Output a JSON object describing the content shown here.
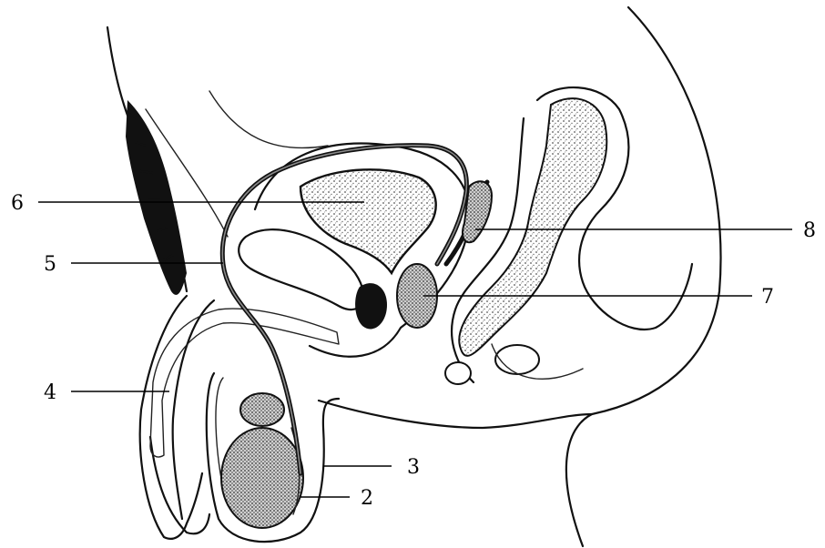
{
  "labels": [
    {
      "id": "label-6",
      "text": "6"
    },
    {
      "id": "label-5",
      "text": "5"
    },
    {
      "id": "label-4",
      "text": "4"
    },
    {
      "id": "label-3",
      "text": "3"
    },
    {
      "id": "label-2",
      "text": "2"
    },
    {
      "id": "label-8",
      "text": "8"
    },
    {
      "id": "label-7",
      "text": "7"
    }
  ],
  "colors": {
    "ink": "#111111",
    "stipple": "#555555",
    "background": "#ffffff"
  }
}
